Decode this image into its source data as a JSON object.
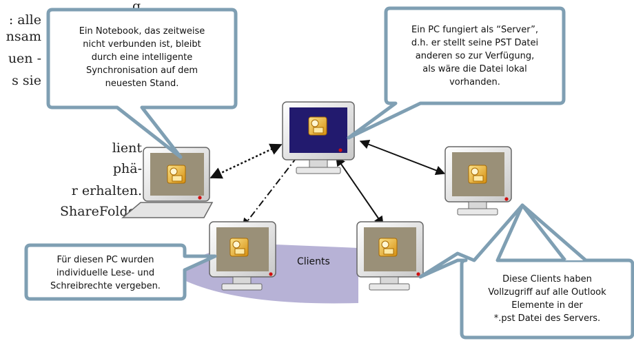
{
  "background_text": [
    ": alle",
    "nsam",
    "uen -",
    "s sie",
    "lient",
    "phä-",
    "r   erhalten.",
    "ShareFolder"
  ],
  "clients_label": "Clients",
  "callouts": {
    "notebook": [
      "Ein Notebook, das zeitweise",
      "nicht verbunden ist, bleibt",
      "durch eine intelligente",
      "Synchronisation auf dem",
      "neuesten Stand."
    ],
    "server": [
      "Ein PC fungiert als “Server”,",
      "d.h. er stellt seine PST Datei",
      "anderen so zur Verfügung,",
      "als wäre die Datei lokal",
      "vorhanden."
    ],
    "permissions": [
      "Für diesen PC wurden",
      "individuelle Lese- und",
      "Schreibrechte vergeben."
    ],
    "clients_access": [
      "Diese Clients haben",
      "Vollzugriff auf alle Outlook",
      "Elemente in der",
      "*.pst Datei des Servers."
    ]
  },
  "colors": {
    "callout_border": "#7f9fb3",
    "callout_fill": "#ffffff",
    "server_screen": "#221a6e",
    "client_screen": "#9a9078",
    "clients_area": "#b7b2d6",
    "icon": "#e3a51a",
    "led": "#d01010"
  },
  "icons": [
    "outlook-icon"
  ]
}
